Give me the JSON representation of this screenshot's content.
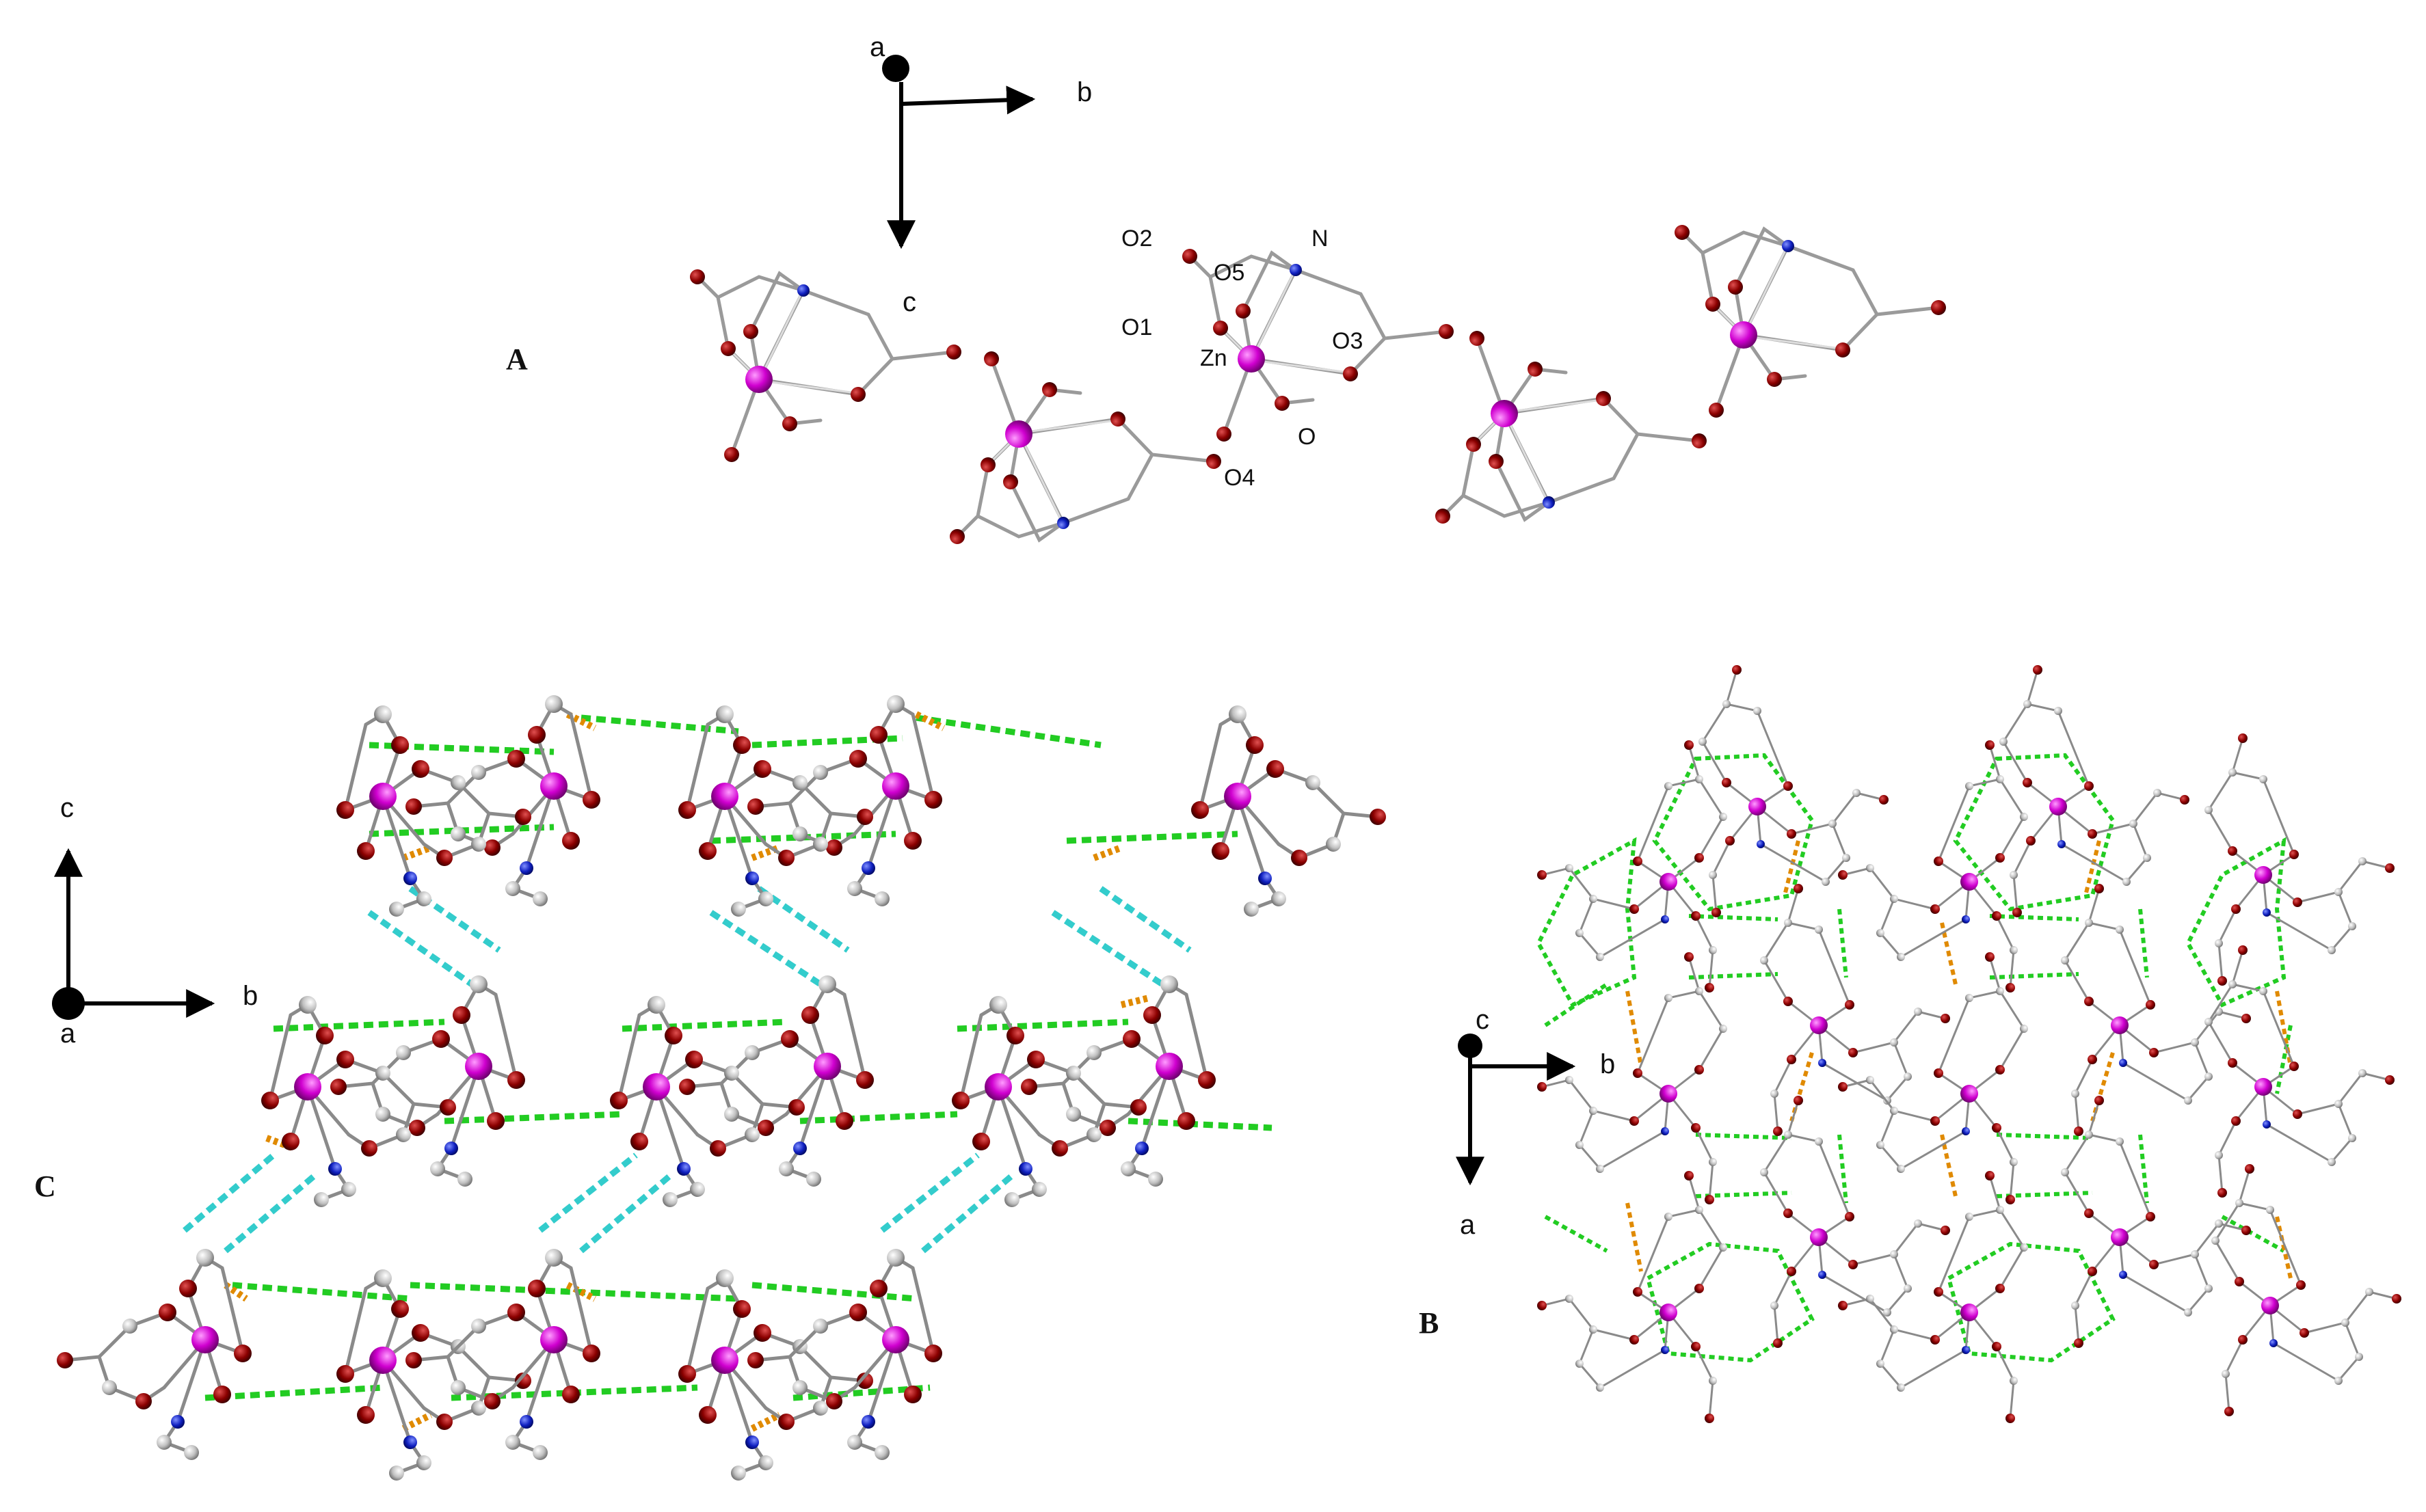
{
  "panels": {
    "A": {
      "label": "A",
      "axes": {
        "origin": "a",
        "horizontal": "b",
        "vertical": "c"
      },
      "atom_labels": [
        "O2",
        "N",
        "O5",
        "O1",
        "Zn",
        "O3",
        "O",
        "O4"
      ]
    },
    "B": {
      "label": "B",
      "axes": {
        "origin": "c",
        "horizontal": "b",
        "vertical": "a"
      }
    },
    "C": {
      "label": "C",
      "axes": {
        "origin": "a",
        "horizontal": "b",
        "vertical": "c"
      }
    }
  },
  "colors": {
    "zinc": "#d000d0",
    "oxygen": "#8b0000",
    "nitrogen": "#1020c0",
    "carbon": "#b8b8b8",
    "bond": "#9a9a9a",
    "hbond_green": "#22cc22",
    "hbond_cyan": "#33cccc",
    "hbond_orange": "#e08a00"
  }
}
